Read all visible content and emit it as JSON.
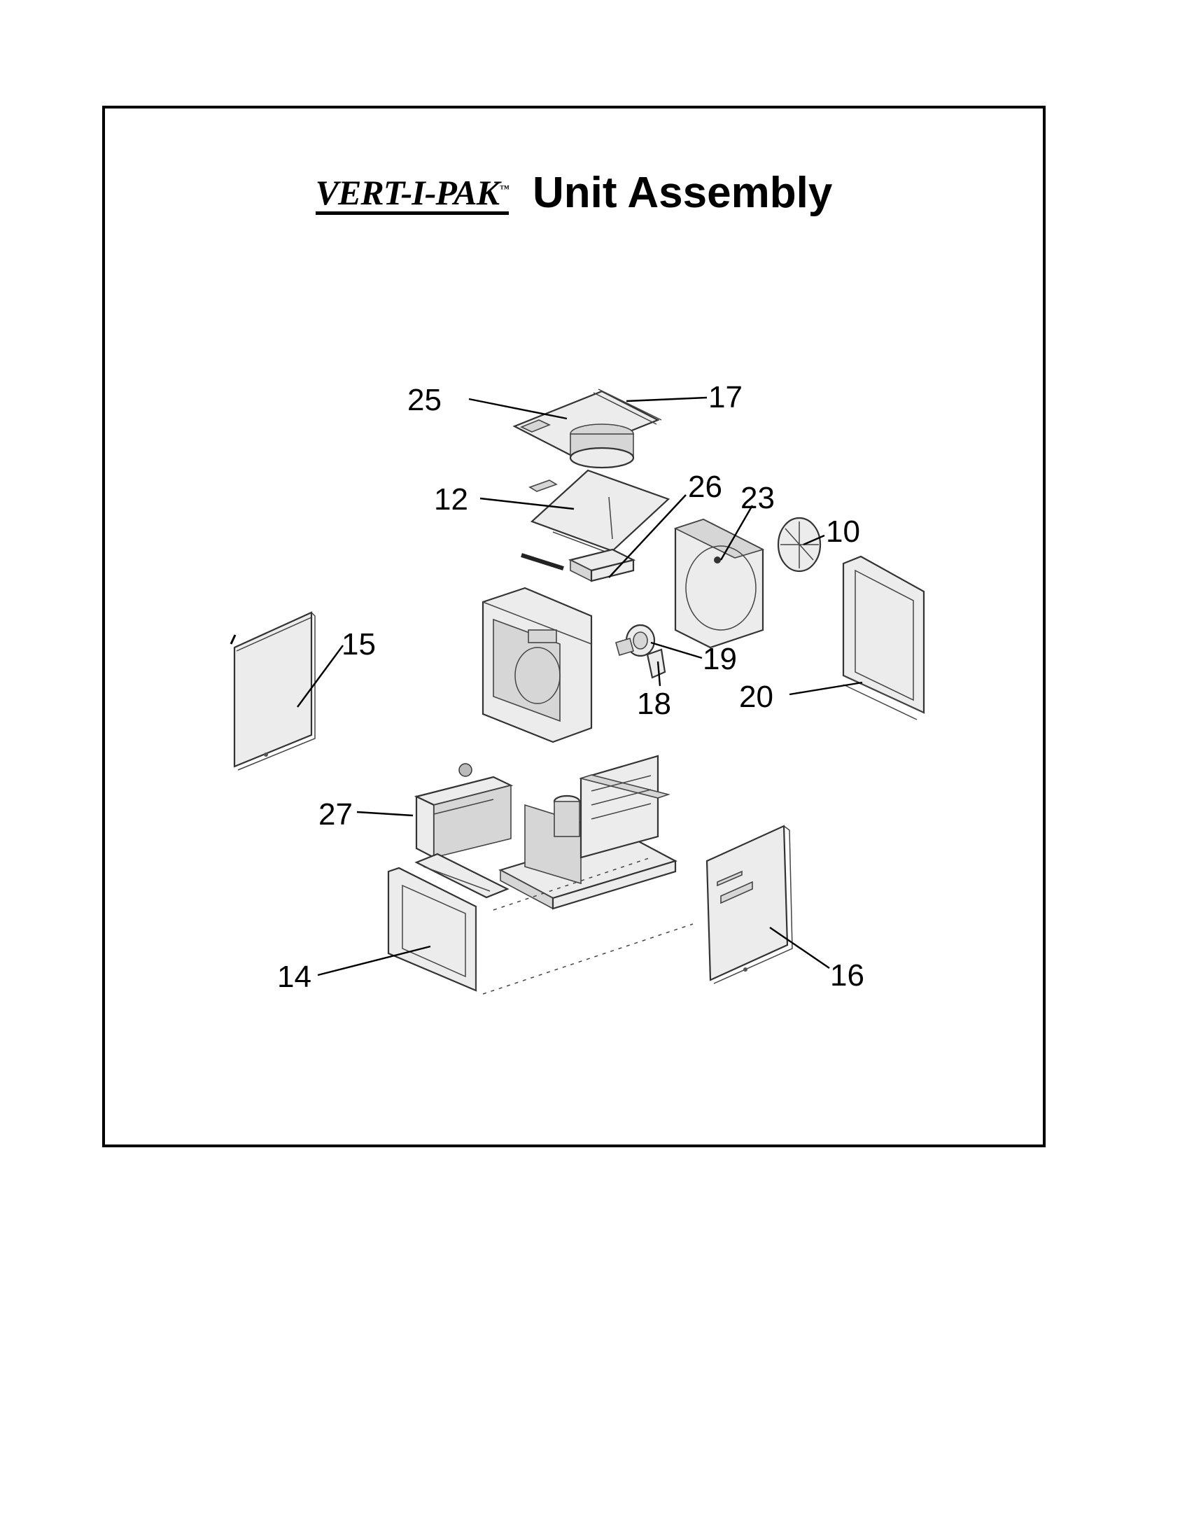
{
  "title": {
    "brand": "VERT-I-PAK",
    "trademark": "™",
    "text": "Unit Assembly"
  },
  "callouts": [
    {
      "label": "25"
    },
    {
      "label": "17"
    },
    {
      "label": "12"
    },
    {
      "label": "26"
    },
    {
      "label": "23"
    },
    {
      "label": "10"
    },
    {
      "label": "15"
    },
    {
      "label": "19"
    },
    {
      "label": "18"
    },
    {
      "label": "20"
    },
    {
      "label": "27"
    },
    {
      "label": "16"
    },
    {
      "label": "14"
    }
  ],
  "colors": {
    "ink": "#000000",
    "part_fill": "#ececec",
    "part_shade": "#d6d6d6"
  }
}
